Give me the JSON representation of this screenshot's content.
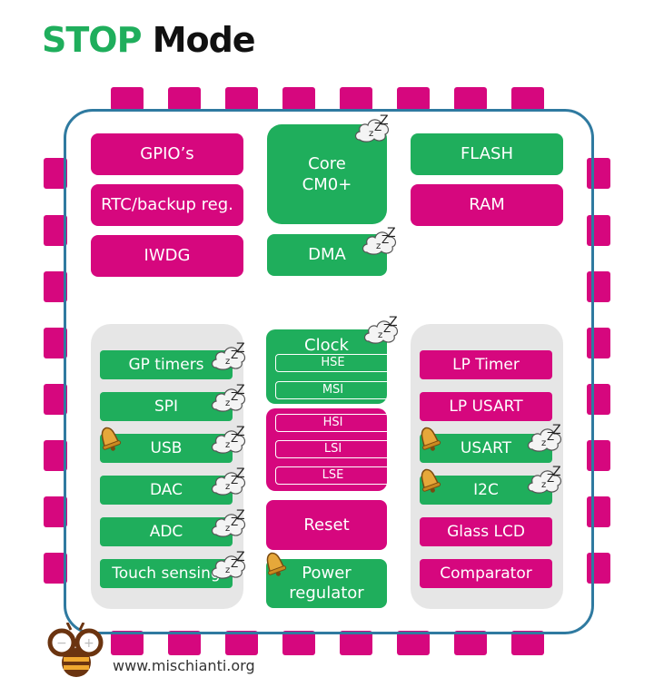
{
  "title": {
    "accent": "STOP",
    "rest": "Mode"
  },
  "left_top": [
    "GPIO’s",
    "RTC/backup reg.",
    "IWDG"
  ],
  "core": {
    "line1": "Core",
    "line2": "CM0+"
  },
  "dma": "DMA",
  "right_top": [
    "FLASH",
    "RAM"
  ],
  "left_panel": [
    "GP timers",
    "SPI",
    "USB",
    "DAC",
    "ADC",
    "Touch sensing"
  ],
  "right_panel": [
    "LP Timer",
    "LP USART",
    "USART",
    "I2C",
    "Glass LCD",
    "Comparator"
  ],
  "clock": {
    "label": "Clock",
    "green_sources": [
      "HSE",
      "MSI"
    ],
    "magenta_sources": [
      "HSI",
      "LSI",
      "LSE"
    ]
  },
  "reset": "Reset",
  "power": {
    "line1": "Power",
    "line2": "regulator"
  },
  "footer": {
    "url": "www.mischianti.org"
  },
  "colors": {
    "green": "#1fae5c",
    "magenta": "#d6077e",
    "border": "#2f7aa0"
  }
}
